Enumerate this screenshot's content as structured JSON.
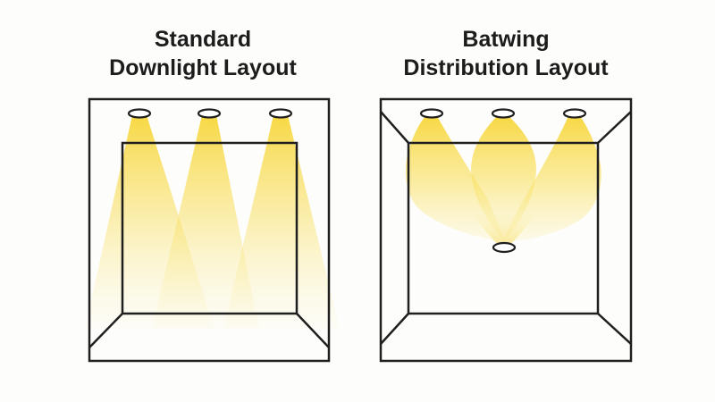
{
  "panels": [
    {
      "title_lines": [
        "Standard",
        "Downlight Layout"
      ]
    },
    {
      "title_lines": [
        "Batwing",
        "Distribution Layout"
      ]
    }
  ],
  "colors": {
    "background": "#fdfdfb",
    "stroke": "#1f1f1f",
    "light": "#f7d83a",
    "light_soft": "#faeb8a"
  },
  "icons": {
    "fixture": "ceiling-downlight-icon",
    "beam": "light-cone"
  }
}
